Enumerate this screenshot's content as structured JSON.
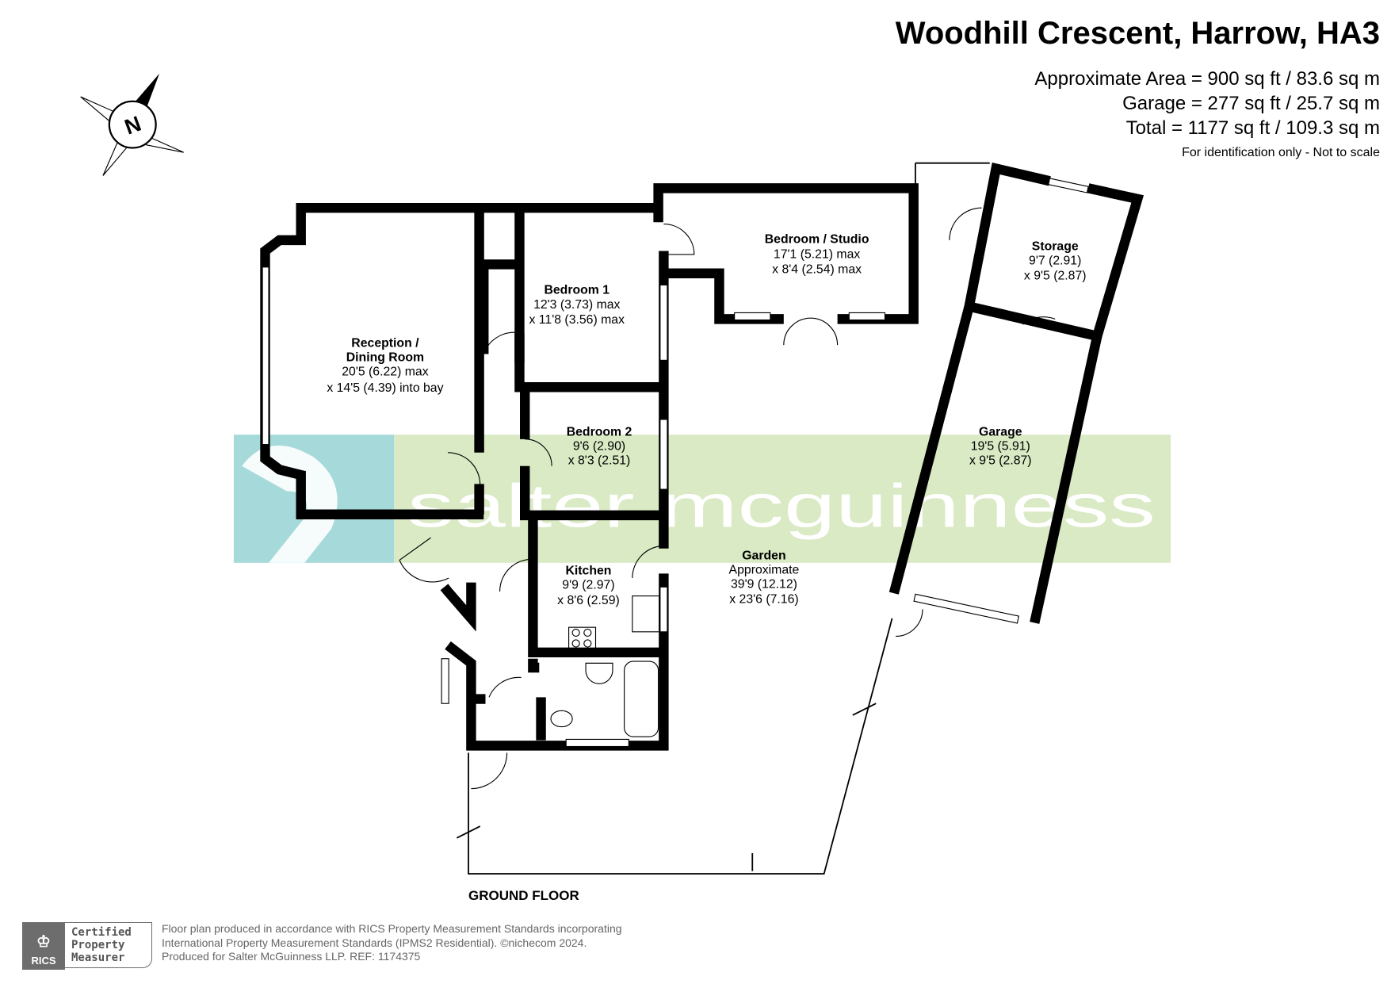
{
  "header": {
    "title": "Woodhill Crescent, Harrow, HA3",
    "approx_area": "Approximate Area = 900 sq ft / 83.6 sq m",
    "garage_area": "Garage = 277 sq ft / 25.7 sq m",
    "total_area": "Total = 1177 sq ft / 109.3 sq m",
    "note": "For identification only - Not to scale"
  },
  "compass": {
    "label": "N"
  },
  "watermark": {
    "text": "salter mcguinness",
    "teal": "#a6d9d9",
    "green": "#d9eac4"
  },
  "rooms": [
    {
      "name": "Reception /",
      "name2": "Dining Room",
      "dim1": "20'5 (6.22) max",
      "dim2": "x 14'5 (4.39) into bay"
    },
    {
      "name": "Bedroom 1",
      "dim1": "12'3 (3.73) max",
      "dim2": "x 11'8 (3.56) max"
    },
    {
      "name": "Bedroom / Studio",
      "dim1": "17'1 (5.21) max",
      "dim2": "x 8'4 (2.54) max"
    },
    {
      "name": "Storage",
      "dim1": "9'7 (2.91)",
      "dim2": "x 9'5 (2.87)"
    },
    {
      "name": "Bedroom 2",
      "dim1": "9'6 (2.90)",
      "dim2": "x 8'3 (2.51)"
    },
    {
      "name": "Garage",
      "dim1": "19'5 (5.91)",
      "dim2": "x 9'5 (2.87)"
    },
    {
      "name": "Kitchen",
      "dim1": "9'9 (2.97)",
      "dim2": "x 8'6 (2.59)"
    },
    {
      "name": "Garden",
      "dim0": "Approximate",
      "dim1": "39'9 (12.12)",
      "dim2": "x 23'6 (7.16)"
    }
  ],
  "floor_label": "GROUND FLOOR",
  "footer": {
    "rics": "RICS",
    "cert1": "Certified",
    "cert2": "Property",
    "cert3": "Measurer",
    "line1": "Floor plan produced in accordance with RICS Property Measurement Standards incorporating",
    "line2": "International Property Measurement Standards (IPMS2 Residential).   ©nichecom 2024.",
    "line3": "Produced for Salter McGuinness LLP.   REF:  1174375"
  }
}
